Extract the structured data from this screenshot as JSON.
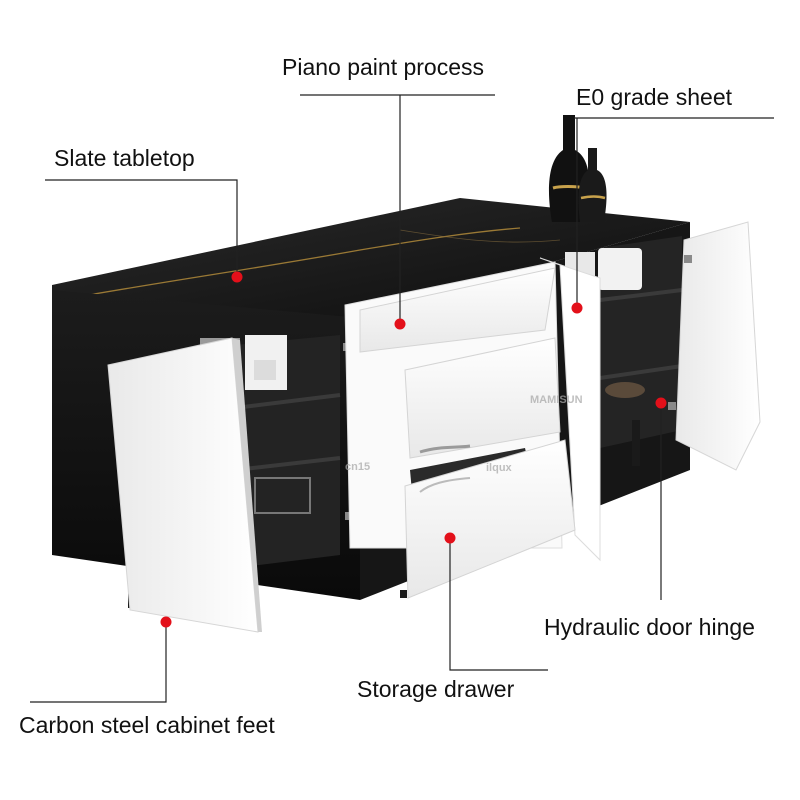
{
  "callouts": {
    "slate_tabletop": "Slate tabletop",
    "piano_paint": "Piano paint process",
    "e0_sheet": "E0 grade sheet",
    "hydraulic_hinge": "Hydraulic door hinge",
    "storage_drawer": "Storage drawer",
    "cabinet_feet": "Carbon steel cabinet feet"
  },
  "watermarks": {
    "brand": "MAMISUN",
    "shop_left": "cn15",
    "shop_right": "ilqux"
  },
  "colors": {
    "marker": "#e3101a",
    "cabinet_body": "#1a1a1a",
    "door_white": "#f4f4f4",
    "leader_line": "#222222"
  }
}
